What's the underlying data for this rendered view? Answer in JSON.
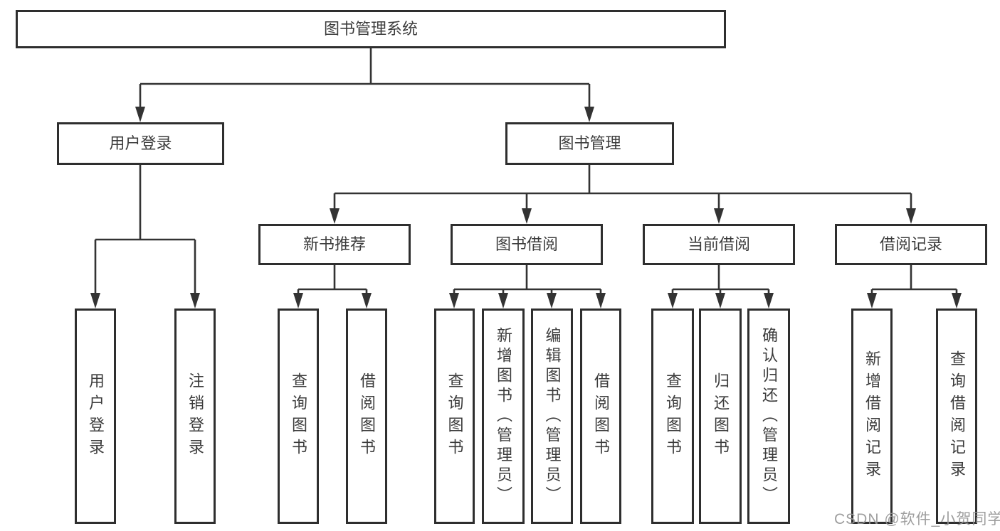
{
  "colors": {
    "background": "#ffffff",
    "box_border": "#2e2e2e",
    "connector_line": "#333333",
    "text": "#3c3c3c",
    "watermark": "#969696"
  },
  "tree": {
    "root": {
      "label": "图书管理系统"
    },
    "branches": [
      {
        "label": "用户登录",
        "children": [
          {
            "label": "用户登录"
          },
          {
            "label": "注销登录"
          }
        ]
      },
      {
        "label": "图书管理",
        "children": [
          {
            "label": "新书推荐",
            "children": [
              {
                "label": "查询图书"
              },
              {
                "label": "借阅图书"
              }
            ]
          },
          {
            "label": "图书借阅",
            "children": [
              {
                "label": "查询图书"
              },
              {
                "label": "新增图书（管理员）"
              },
              {
                "label": "编辑图书（管理员）"
              },
              {
                "label": "借阅图书"
              }
            ]
          },
          {
            "label": "当前借阅",
            "children": [
              {
                "label": "查询图书"
              },
              {
                "label": "归还图书"
              },
              {
                "label": "确认归还（管理员）"
              }
            ]
          },
          {
            "label": "借阅记录",
            "children": [
              {
                "label": "新增借阅记录"
              },
              {
                "label": "查询借阅记录"
              }
            ]
          }
        ]
      }
    ]
  },
  "watermark": {
    "text": "CSDN @软件_小贺同学"
  }
}
